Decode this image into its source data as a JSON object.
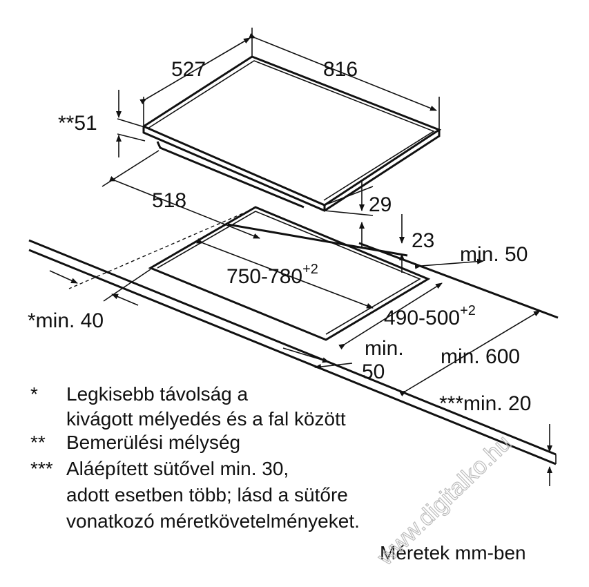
{
  "dimensions": {
    "depth": "527",
    "width": "816",
    "install_depth": "**51",
    "inner_depth": "518",
    "frame_height": "29",
    "counter_thickness": "23",
    "min_back": "min. 50",
    "cutout_width": "750-780",
    "cutout_width_tol": "+2",
    "cutout_depth": "490-500",
    "cutout_depth_tol": "+2",
    "min_wall": "*min. 40",
    "min_front_a": "min.",
    "min_front_b": "50",
    "min_cabinet": "min. 600",
    "min_oven": "***min. 20"
  },
  "notes": [
    {
      "mark": "*",
      "line1": "Legkisebb távolság a",
      "line2": "kivágott mélyedés és a fal között"
    },
    {
      "mark": "**",
      "line1": "Bemerülési mélység"
    },
    {
      "mark": "***",
      "line1": "Aláépített sütővel min. 30,",
      "line2": "adott esetben több; lásd a sütőre",
      "line3": "vonatkozó méretkövetelményeket."
    }
  ],
  "units_note": "Méretek mm-ben",
  "watermark": "www.digitalko.hu"
}
